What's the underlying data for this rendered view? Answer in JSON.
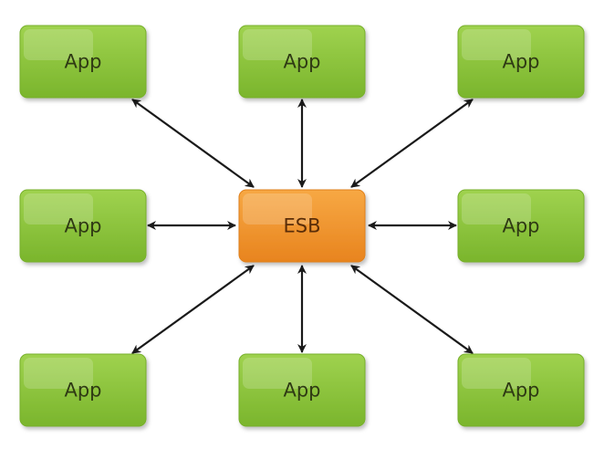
{
  "diagram": {
    "nodes": [
      {
        "id": "app-top-left",
        "label": "App",
        "kind": "app"
      },
      {
        "id": "app-top-center",
        "label": "App",
        "kind": "app"
      },
      {
        "id": "app-top-right",
        "label": "App",
        "kind": "app"
      },
      {
        "id": "app-middle-left",
        "label": "App",
        "kind": "app"
      },
      {
        "id": "esb",
        "label": "ESB",
        "kind": "esb"
      },
      {
        "id": "app-middle-right",
        "label": "App",
        "kind": "app"
      },
      {
        "id": "app-bottom-left",
        "label": "App",
        "kind": "app"
      },
      {
        "id": "app-bottom-center",
        "label": "App",
        "kind": "app"
      },
      {
        "id": "app-bottom-right",
        "label": "App",
        "kind": "app"
      }
    ],
    "edges": [
      {
        "from": "esb",
        "to": "app-top-left",
        "bidirectional": true
      },
      {
        "from": "esb",
        "to": "app-top-center",
        "bidirectional": true
      },
      {
        "from": "esb",
        "to": "app-top-right",
        "bidirectional": true
      },
      {
        "from": "esb",
        "to": "app-middle-left",
        "bidirectional": true
      },
      {
        "from": "esb",
        "to": "app-middle-right",
        "bidirectional": true
      },
      {
        "from": "esb",
        "to": "app-bottom-left",
        "bidirectional": true
      },
      {
        "from": "esb",
        "to": "app-bottom-center",
        "bidirectional": true
      },
      {
        "from": "esb",
        "to": "app-bottom-right",
        "bidirectional": true
      }
    ],
    "colors": {
      "app": "#8dc63f",
      "app_dark": "#77b02c",
      "esb": "#f39a30",
      "esb_dark": "#e0801a",
      "arrow": "#1a1a1a"
    }
  }
}
